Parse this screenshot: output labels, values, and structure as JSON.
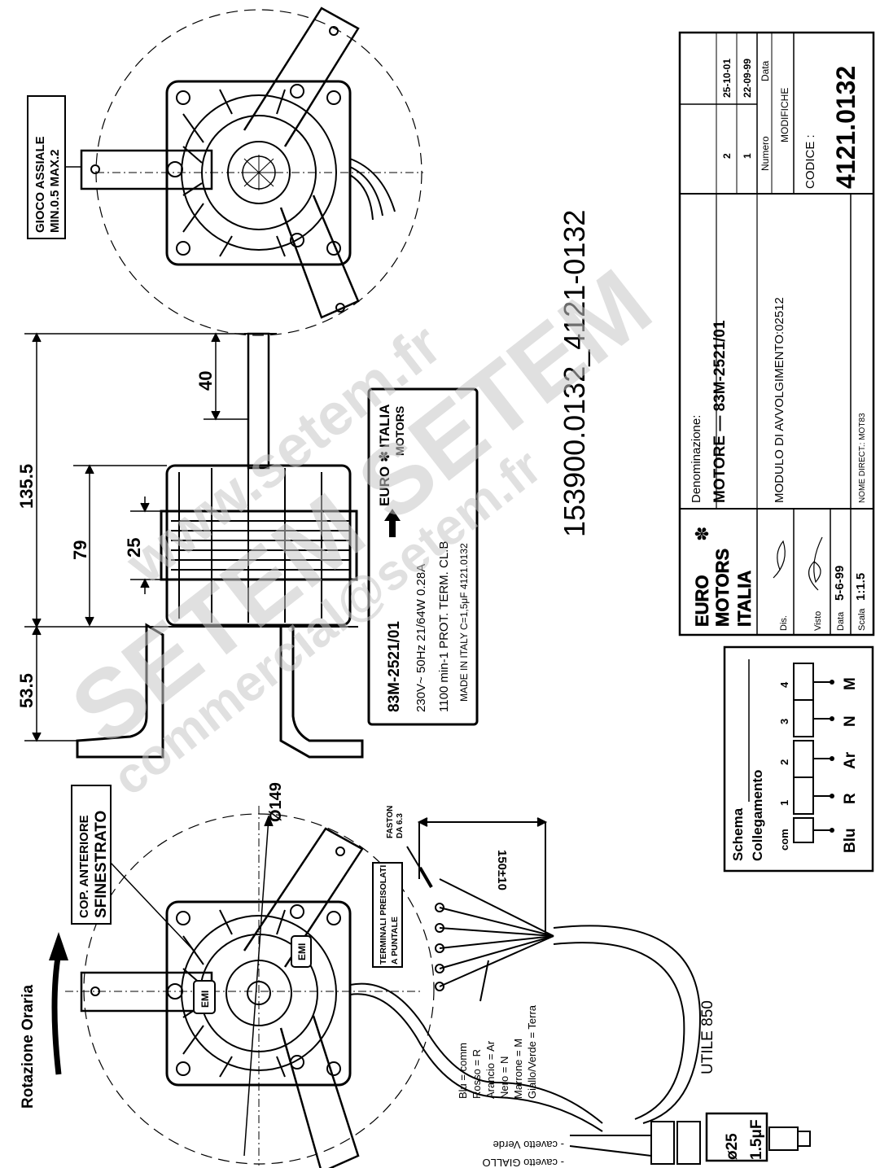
{
  "dimensions": {
    "overall_length": "135.5",
    "stator_length": "79",
    "shaft_extension": "40",
    "lamination_stack": "25",
    "bracket_height": "53.5",
    "diameter": "Ø149",
    "lead_length_fine": "150±10",
    "lead_length_useful": "UTILE 850",
    "capacitor_diameter": "ø25"
  },
  "notes": {
    "rotation": "Rotazione Oraria",
    "front_cover_1": "COP. ANTERIORE",
    "front_cover_2": "SFINESTRATO",
    "axial_play_1": "GIOCO ASSIALE",
    "axial_play_2": "MIN.0.5 MAX.2",
    "faston_1": "FASTON",
    "faston_2": "DA 6.3",
    "terminals_1": "TERMINALI PREISOLATI",
    "terminals_2": "A PUNTALE",
    "cable_green": "- cavetto Verde",
    "cable_yellow": "- cavetto GIALLO",
    "capacitor_value": "1.5μF",
    "emi": "EMI"
  },
  "wire_legend": [
    "Blu = comm",
    "Rosso = R",
    "Arancio = Ar",
    "Nero = N",
    "Marrone = M",
    "Giallo/Verde = Terra"
  ],
  "nameplate": {
    "brand_1": "EURO",
    "brand_2": "ITALIA",
    "brand_3": "MOTORS",
    "model": "83M-2521/01",
    "line1": "230V~     50Hz   21/64W     0.28A",
    "line2": "1100 min-1     PROT. TERM.      CL.B",
    "line3": "MADE IN ITALY        C=1,5μF      4121.0132"
  },
  "part_reference": "153900.0132_4121-0132",
  "watermark": {
    "line1": "SETEM SETEM",
    "line2": "www.setem.fr",
    "line3": "commercial@setem.fr"
  },
  "title_block": {
    "logo_1": "EURO",
    "logo_2": "MOTORS",
    "logo_3": "ITALIA",
    "dis_label": "Dis.",
    "visto_label": "Visto",
    "data_label": "Data",
    "data_value": "5-6-99",
    "scala_label": "Scala",
    "scala_value": "1:1.5",
    "denominazione_label": "Denominazione:",
    "denominazione_value": "MOTORE  —  83M-2521/01",
    "modulo": "MODULO DI AVVOLGIMENTO:02512",
    "nome_direct": "NOME DIRECT.: MOT83",
    "revisions": [
      {
        "numero": "2",
        "data": "25-10-01"
      },
      {
        "numero": "1",
        "data": "22-09-99"
      }
    ],
    "numero_header": "Numero",
    "data_header": "Data",
    "modifiche": "MODIFICHE",
    "codice_label": "CODICE :",
    "codice_value": "4121.0132"
  },
  "schema": {
    "title_1": "Schema",
    "title_2": "Collegamento",
    "terminals": [
      "com",
      "1",
      "2",
      "3",
      "4"
    ],
    "wires": [
      "Blu",
      "R",
      "Ar",
      "N",
      "M"
    ]
  }
}
